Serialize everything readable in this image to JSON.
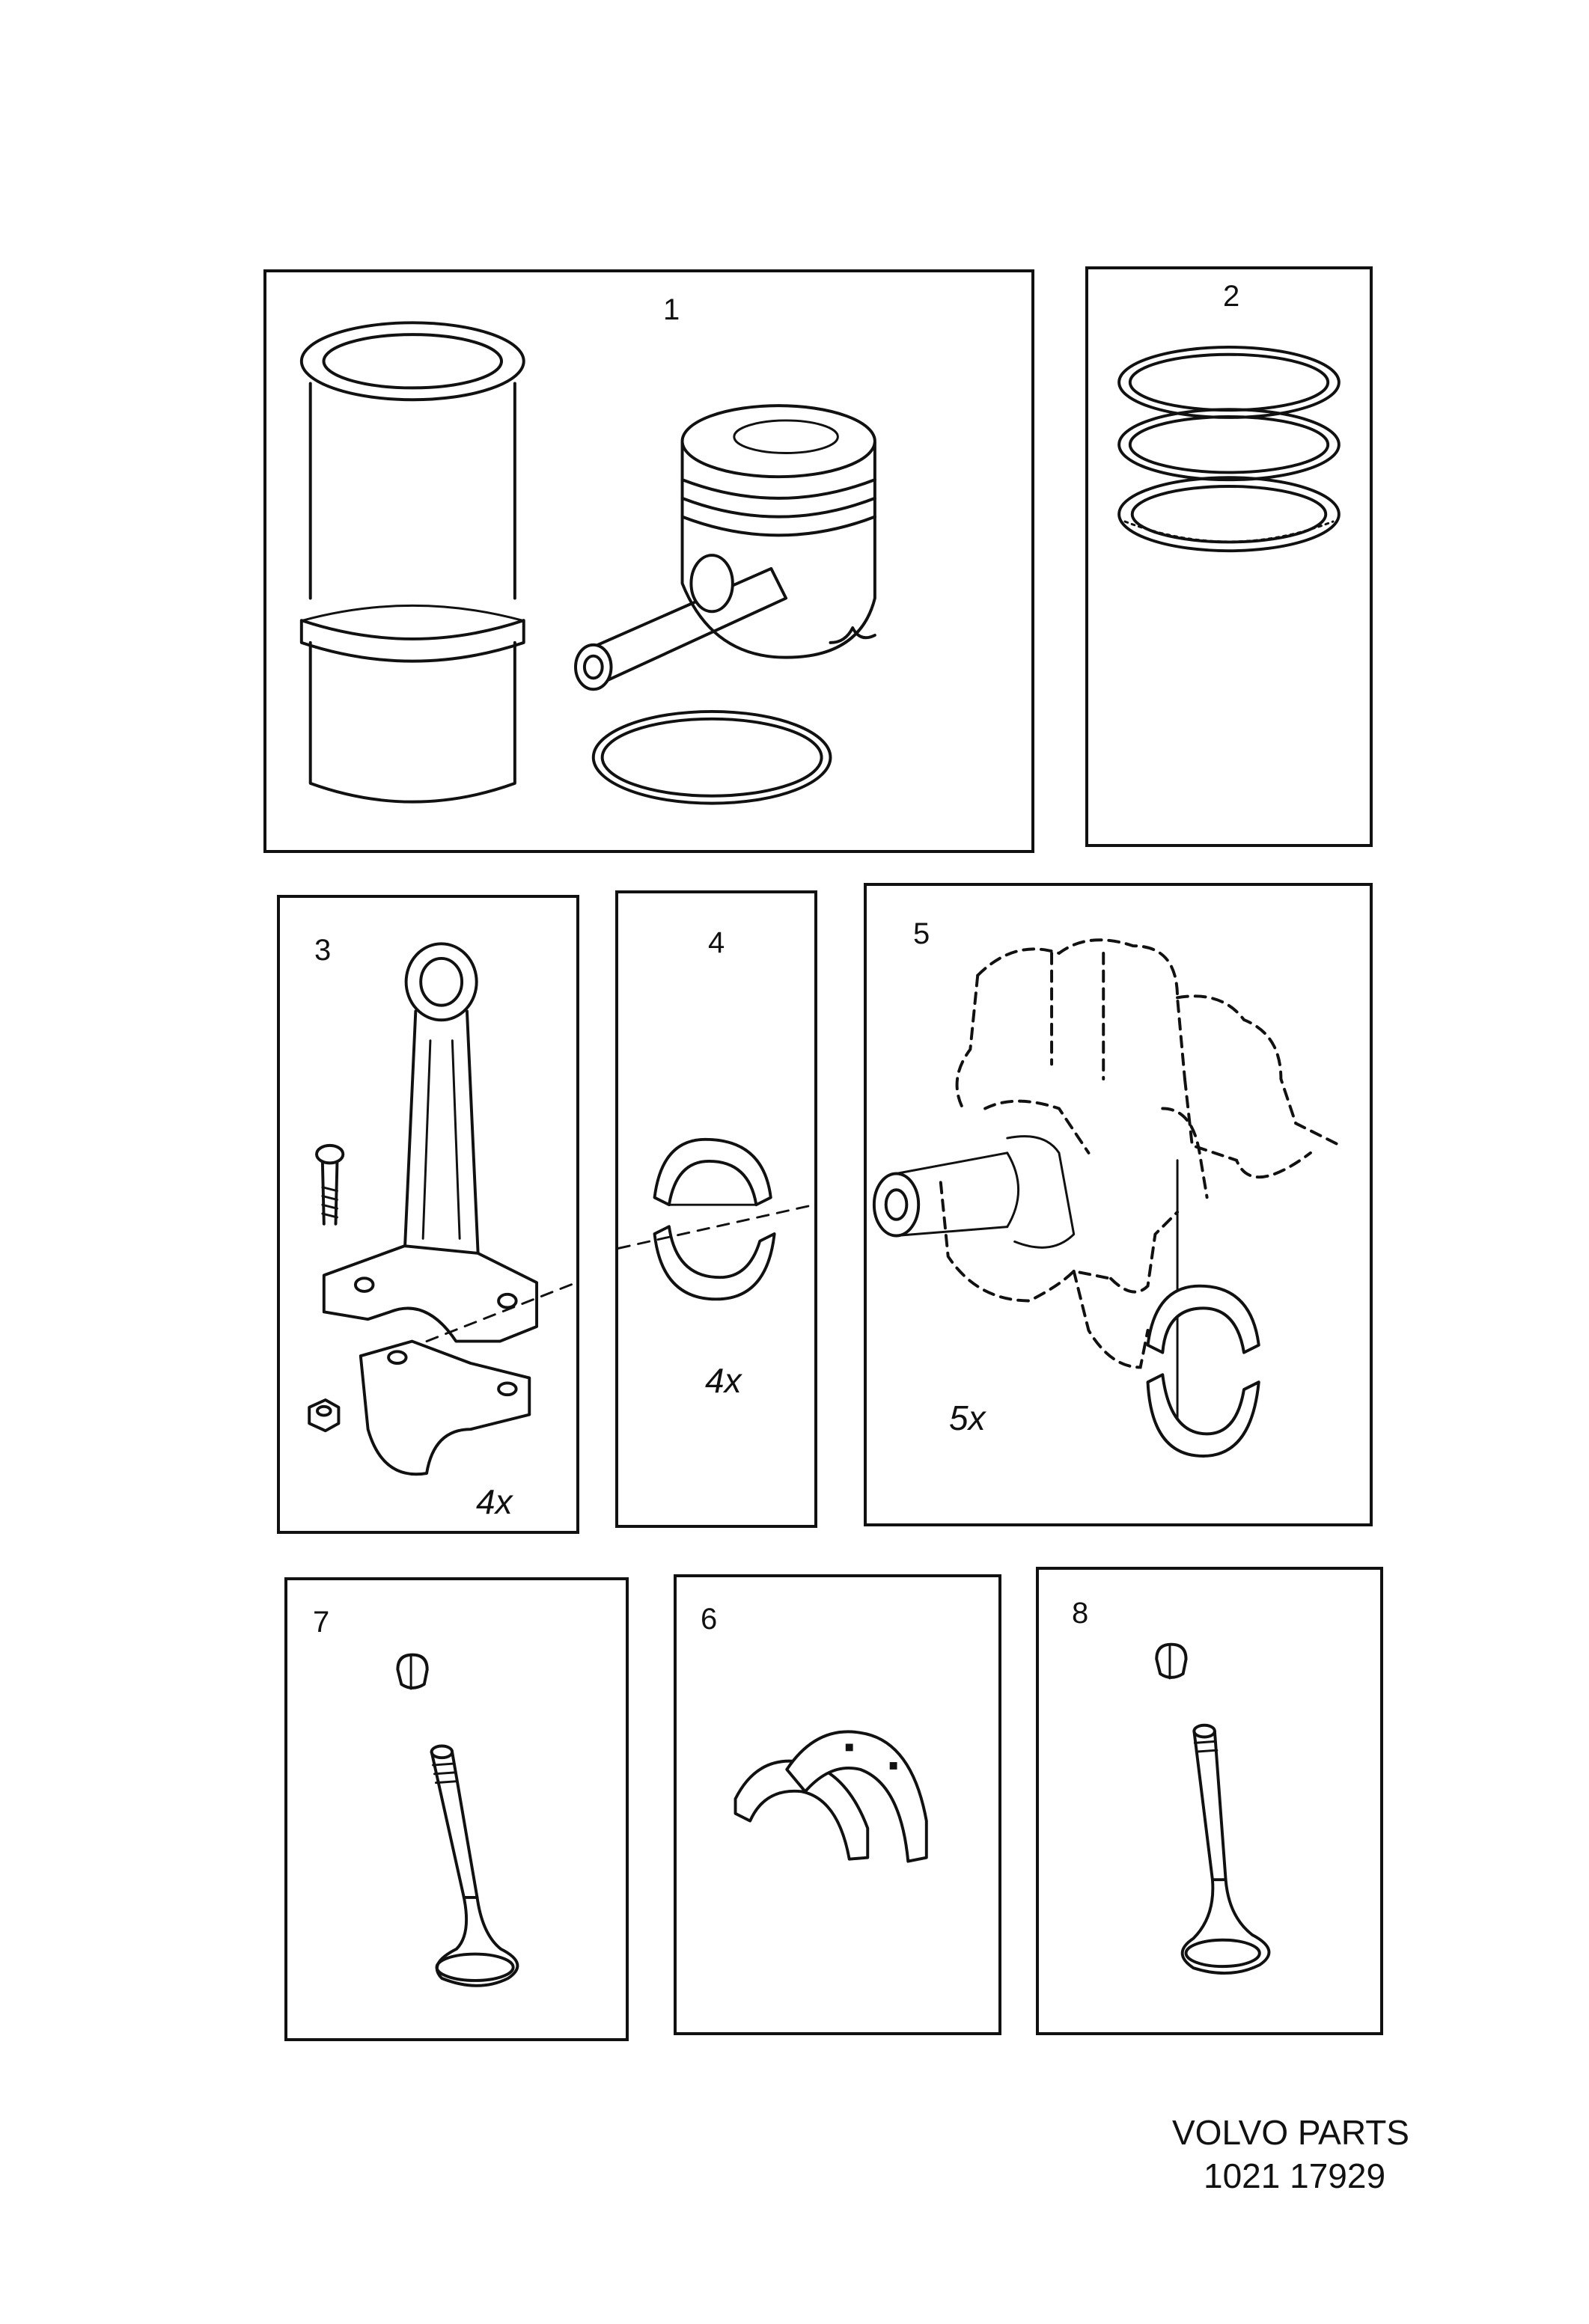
{
  "panels": [
    {
      "number": "1",
      "part": "cylinder-liner-kit"
    },
    {
      "number": "2",
      "part": "piston-rings"
    },
    {
      "number": "3",
      "part": "connecting-rod",
      "quantity": "4x"
    },
    {
      "number": "4",
      "part": "big-end-bearing",
      "quantity": "4x"
    },
    {
      "number": "5",
      "part": "main-bearing",
      "quantity": "5x"
    },
    {
      "number": "7",
      "part": "intake-valve"
    },
    {
      "number": "6",
      "part": "thrust-washer"
    },
    {
      "number": "8",
      "part": "exhaust-valve"
    }
  ],
  "footer": {
    "brand": "VOLVO PARTS",
    "code": "1021 17929"
  }
}
